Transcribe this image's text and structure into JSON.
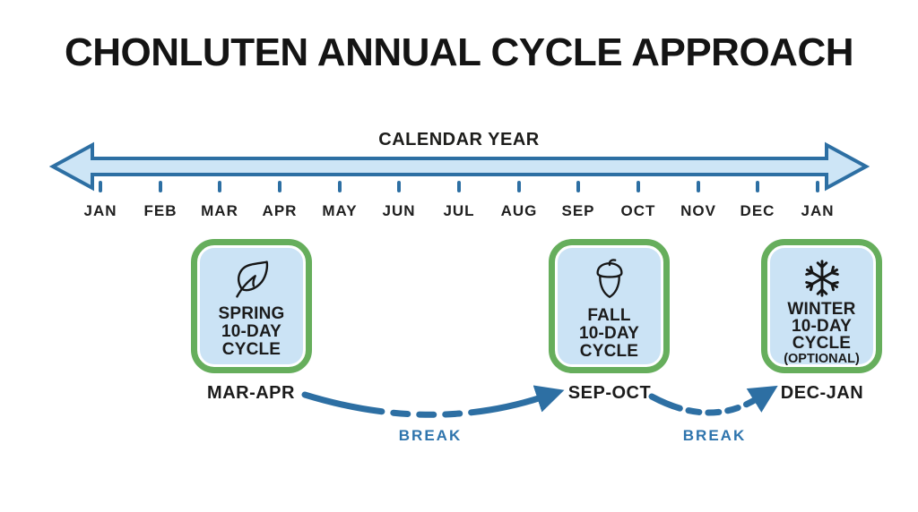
{
  "title": "CHONLUTEN ANNUAL CYCLE APPROACH",
  "timeline": {
    "label": "CALENDAR YEAR",
    "months": [
      "JAN",
      "FEB",
      "MAR",
      "APR",
      "MAY",
      "JUN",
      "JUL",
      "AUG",
      "SEP",
      "OCT",
      "NOV",
      "DEC",
      "JAN"
    ]
  },
  "cycles": [
    {
      "id": "spring",
      "icon": "leaf-icon",
      "lines": [
        "SPRING",
        "10-DAY",
        "CYCLE"
      ],
      "note": "",
      "range": "MAR-APR"
    },
    {
      "id": "fall",
      "icon": "acorn-icon",
      "lines": [
        "FALL",
        "10-DAY",
        "CYCLE"
      ],
      "note": "",
      "range": "SEP-OCT"
    },
    {
      "id": "winter",
      "icon": "snowflake-icon",
      "lines": [
        "WINTER",
        "10-DAY",
        "CYCLE"
      ],
      "note": "(OPTIONAL)",
      "range": "DEC-JAN"
    }
  ],
  "breaks": [
    {
      "label": "BREAK"
    },
    {
      "label": "BREAK"
    }
  ],
  "colors": {
    "green_border": "#66ae5c",
    "light_blue_fill": "#cbe3f5",
    "arrow_fill": "#cde5f6",
    "dark_blue": "#2d6fa3",
    "break_text_blue": "#2e74ad",
    "text_dark": "#1b1b1b"
  }
}
